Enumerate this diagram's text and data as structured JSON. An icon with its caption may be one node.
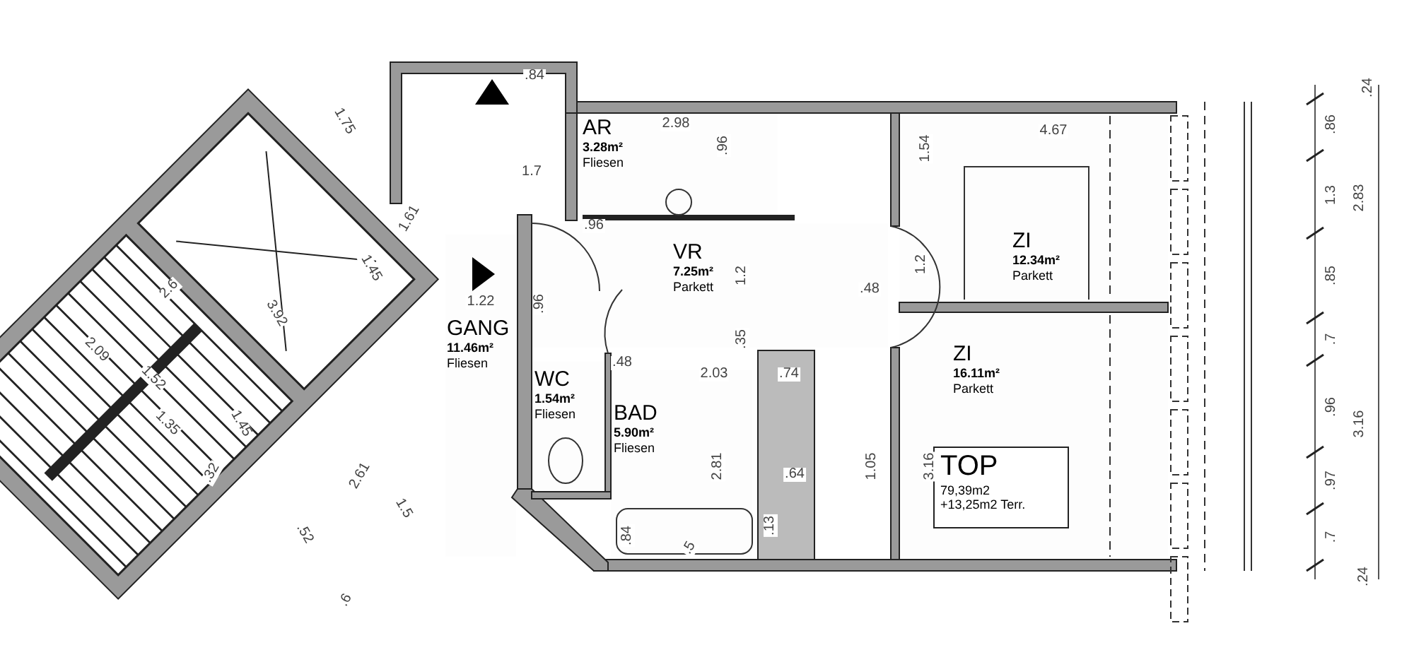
{
  "diagram": {
    "nodes": [
      {
        "text": [
          "AR",
          "3.28m²",
          "Fliesen"
        ]
      },
      {
        "text": [
          "GANG",
          "11.46m²",
          "Fliesen"
        ]
      },
      {
        "text": [
          "VR",
          "7.25m²",
          "Parkett"
        ]
      },
      {
        "text": [
          "WC",
          "1.54m²",
          "Fliesen"
        ]
      },
      {
        "text": [
          "BAD",
          "5.90m²",
          "Fliesen"
        ]
      },
      {
        "text": [
          "ZI",
          "12.34m²",
          "Parkett"
        ]
      },
      {
        "text": [
          "ZI",
          "16.11m²",
          "Parkett"
        ]
      },
      {
        "text": [
          "TOP",
          "79,39m2",
          "+13,25m2 Terr."
        ],
        "in": 6
      }
    ],
    "edges": [],
    "labels": [
      ".84",
      "1.75",
      "1.7",
      "2.98",
      ".96",
      ".96",
      "1.54",
      "4.67",
      "1.61",
      "1.45",
      "2.6",
      "3.92",
      "1.22",
      "1.2",
      ".48",
      "1.2",
      ".96",
      ".35",
      ".48",
      "2.03",
      ".74",
      "2.09",
      "1.52",
      "1.35",
      "1.45",
      "2.61",
      "1.5",
      ".32",
      ".52",
      ".6",
      "2.81",
      "1.05",
      "3.16",
      ".64",
      ".84",
      ".5",
      ".13",
      ".86",
      ".24",
      "1.3",
      "2.83",
      ".85",
      ".7",
      ".96",
      "3.16",
      ".97",
      ".7",
      ".24"
    ]
  }
}
